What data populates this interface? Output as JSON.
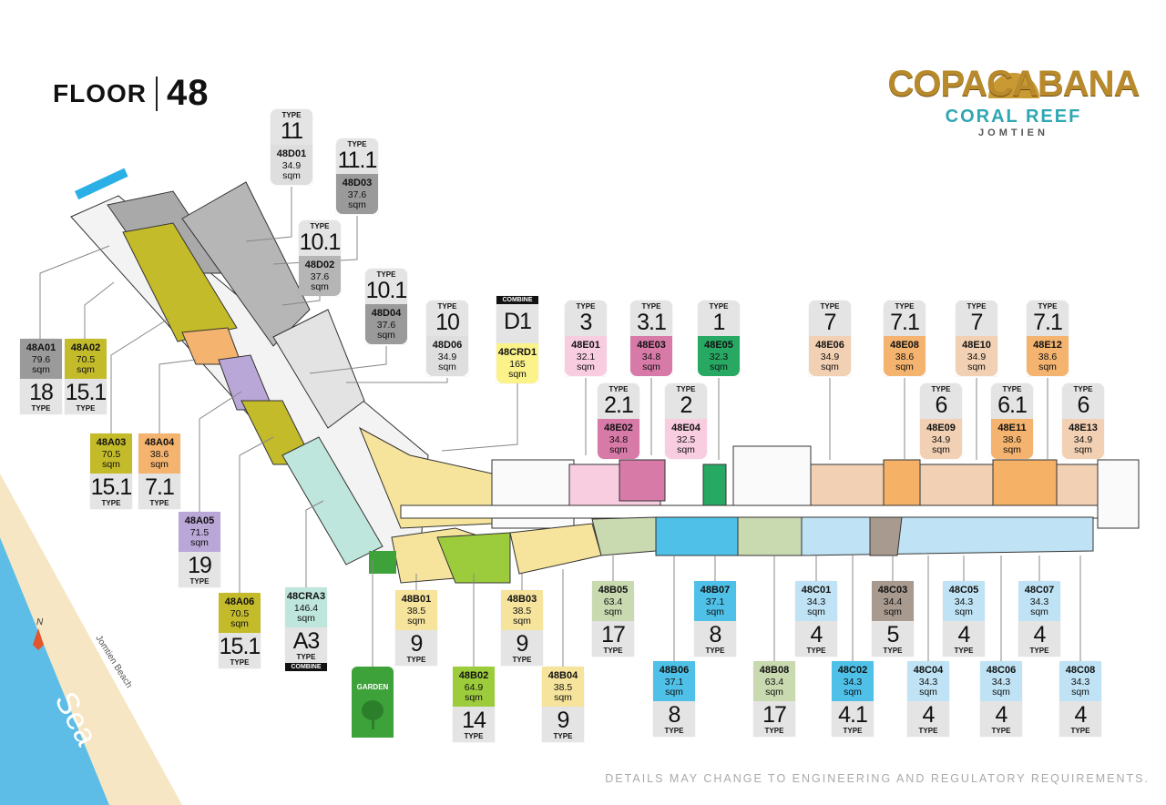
{
  "header": {
    "floor_label": "FLOOR",
    "floor_number": "48"
  },
  "logo": {
    "brand": "COPACABANA",
    "line2": "CORAL REEF",
    "line3": "JOMTIEN"
  },
  "map": {
    "compass": "N",
    "beach": "Jomtien Beach",
    "sea": "Sea",
    "garden": "GARDEN"
  },
  "labels": {
    "type": "TYPE",
    "sqm": "sqm",
    "combine": "COMBINE"
  },
  "colors": {
    "grey": "#9a9a9a",
    "olive": "#c4bb2a",
    "orange": "#f4b36e",
    "purple": "#b9a7d8",
    "mint": "#bfe6dc",
    "yellow": "#f6e49c",
    "green": "#9ccc3c",
    "sage": "#c9d9b0",
    "blue": "#4fc0e8",
    "lightblue": "#bfe3f4",
    "taupe": "#a89a8f",
    "pink": "#f8cde0",
    "magenta": "#d77aa8",
    "emerald": "#27a863",
    "peach": "#f2d0b3",
    "lemon": "#fbf28a"
  },
  "units_bottom_type": [
    {
      "code": "48A01",
      "size": "79.6",
      "type": "18",
      "color": "grey"
    },
    {
      "code": "48A02",
      "size": "70.5",
      "type": "15.1",
      "color": "olive"
    },
    {
      "code": "48A03",
      "size": "70.5",
      "type": "15.1",
      "color": "olive"
    },
    {
      "code": "48A04",
      "size": "38.6",
      "type": "7.1",
      "color": "orange"
    },
    {
      "code": "48A05",
      "size": "71.5",
      "type": "19",
      "color": "purple"
    },
    {
      "code": "48A06",
      "size": "70.5",
      "type": "15.1",
      "color": "olive"
    },
    {
      "code": "48CRA3",
      "size": "146.4",
      "type": "A3",
      "color": "mint",
      "combine": true
    },
    {
      "code": "48B01",
      "size": "38.5",
      "type": "9",
      "color": "yellow"
    },
    {
      "code": "48B02",
      "size": "64.9",
      "type": "14",
      "color": "green"
    },
    {
      "code": "48B03",
      "size": "38.5",
      "type": "9",
      "color": "yellow"
    },
    {
      "code": "48B04",
      "size": "38.5",
      "type": "9",
      "color": "yellow"
    },
    {
      "code": "48B05",
      "size": "63.4",
      "type": "17",
      "color": "sage"
    },
    {
      "code": "48B06",
      "size": "37.1",
      "type": "8",
      "color": "blue"
    },
    {
      "code": "48B07",
      "size": "37.1",
      "type": "8",
      "color": "blue"
    },
    {
      "code": "48B08",
      "size": "63.4",
      "type": "17",
      "color": "sage"
    },
    {
      "code": "48C01",
      "size": "34.3",
      "type": "4",
      "color": "lightblue"
    },
    {
      "code": "48C02",
      "size": "34.3",
      "type": "4.1",
      "color": "blue"
    },
    {
      "code": "48C03",
      "size": "34.4",
      "type": "5",
      "color": "taupe"
    },
    {
      "code": "48C04",
      "size": "34.3",
      "type": "4",
      "color": "lightblue"
    },
    {
      "code": "48C05",
      "size": "34.3",
      "type": "4",
      "color": "lightblue"
    },
    {
      "code": "48C06",
      "size": "34.3",
      "type": "4",
      "color": "lightblue"
    },
    {
      "code": "48C07",
      "size": "34.3",
      "type": "4",
      "color": "lightblue"
    },
    {
      "code": "48C08",
      "size": "34.3",
      "type": "4",
      "color": "lightblue"
    }
  ],
  "units_top_type": [
    {
      "code": "48D01",
      "size": "34.9",
      "type": "11",
      "color": "light"
    },
    {
      "code": "48D03",
      "size": "37.6",
      "type": "11.1",
      "color": "grey"
    },
    {
      "code": "48D02",
      "size": "37.6",
      "type": "10.1",
      "color": "mid"
    },
    {
      "code": "48D04",
      "size": "37.6",
      "type": "10.1",
      "color": "grey"
    },
    {
      "code": "48D06",
      "size": "34.9",
      "type": "10",
      "color": "light"
    },
    {
      "code": "48CRD1",
      "size": "165",
      "type": "D1",
      "color": "lemon",
      "combine": true
    },
    {
      "code": "48E01",
      "size": "32.1",
      "type": "3",
      "color": "pink"
    },
    {
      "code": "48E02",
      "size": "34.8",
      "type": "2.1",
      "color": "magenta"
    },
    {
      "code": "48E03",
      "size": "34.8",
      "type": "3.1",
      "color": "magenta"
    },
    {
      "code": "48E04",
      "size": "32.5",
      "type": "2",
      "color": "pink"
    },
    {
      "code": "48E05",
      "size": "32.3",
      "type": "1",
      "color": "emerald"
    },
    {
      "code": "48E06",
      "size": "34.9",
      "type": "7",
      "color": "peach"
    },
    {
      "code": "48E08",
      "size": "38.6",
      "type": "7.1",
      "color": "orange"
    },
    {
      "code": "48E09",
      "size": "34.9",
      "type": "6",
      "color": "peach"
    },
    {
      "code": "48E10",
      "size": "34.9",
      "type": "7",
      "color": "peach"
    },
    {
      "code": "48E11",
      "size": "38.6",
      "type": "6.1",
      "color": "orange"
    },
    {
      "code": "48E12",
      "size": "38.6",
      "type": "7.1",
      "color": "orange"
    },
    {
      "code": "48E13",
      "size": "34.9",
      "type": "6",
      "color": "peach"
    }
  ],
  "disclaimer": "DETAILS MAY CHANGE TO ENGINEERING AND REGULATORY REQUIREMENTS."
}
